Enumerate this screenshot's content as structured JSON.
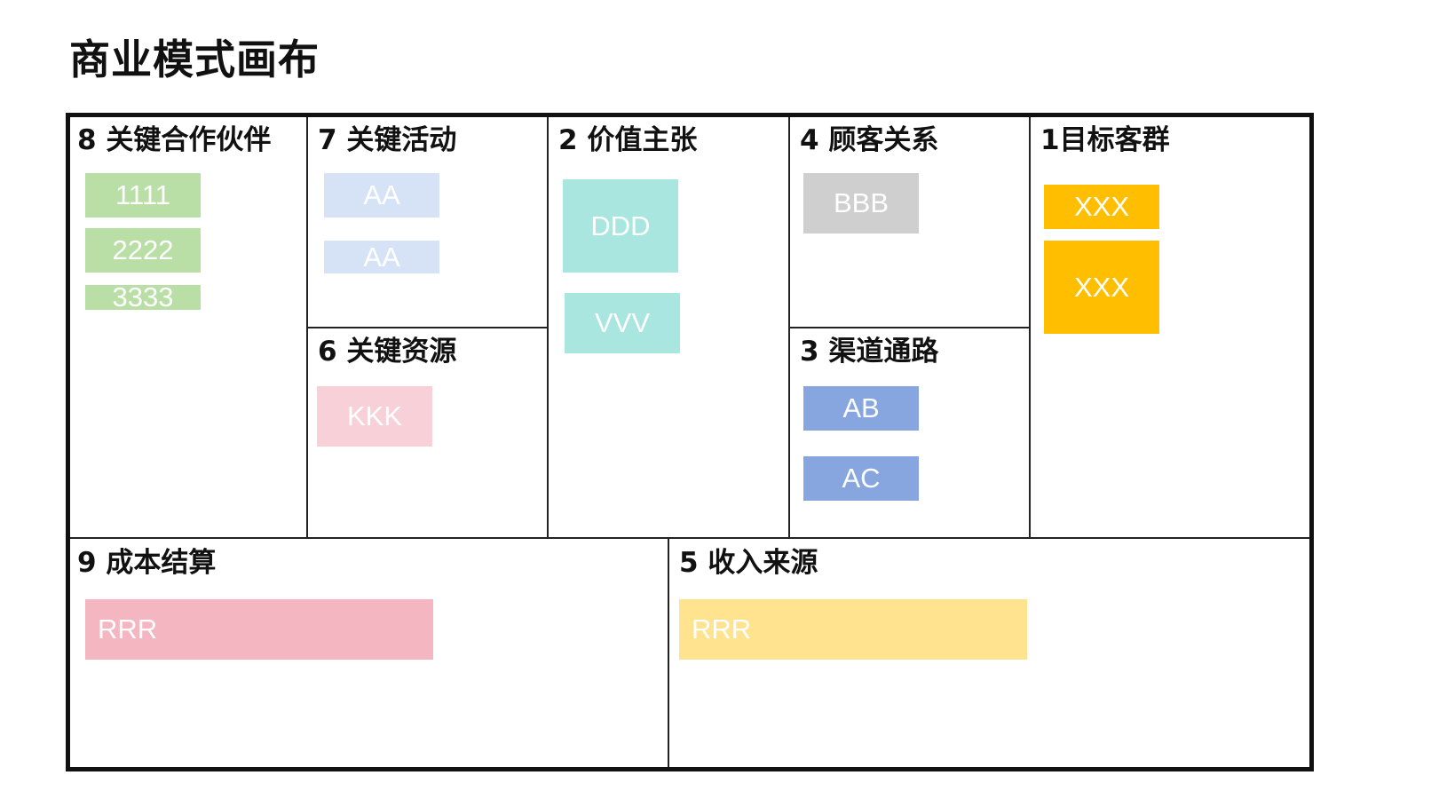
{
  "title": "商业模式画布",
  "sections": {
    "key_partners": {
      "title": "8 关键合作伙伴",
      "notes": [
        "1111",
        "2222",
        "3333"
      ]
    },
    "key_activities": {
      "title": "7 关键活动",
      "notes": [
        "AA",
        "AA"
      ]
    },
    "key_resources": {
      "title": "6 关键资源",
      "notes": [
        "KKK"
      ]
    },
    "value_propositions": {
      "title": "2 价值主张",
      "notes": [
        "DDD",
        "VVV"
      ]
    },
    "customer_relationships": {
      "title": "4 顾客关系",
      "notes": [
        "BBB"
      ]
    },
    "channels": {
      "title": "3 渠道通路",
      "notes": [
        "AB",
        "AC"
      ]
    },
    "customer_segments": {
      "title": "1目标客群",
      "notes": [
        "XXX",
        "XXX"
      ]
    },
    "cost_structure": {
      "title": "9 成本结算",
      "notes": [
        "RRR"
      ]
    },
    "revenue_streams": {
      "title": "5 收入来源",
      "notes": [
        "RRR"
      ]
    }
  },
  "colors": {
    "green_note": "#b9dfa6",
    "light_blue_note": "#d6e3f6",
    "pink_light_note": "#f8d0d8",
    "teal_note": "#a9e6df",
    "gray_note": "#cfcfcf",
    "blue_note": "#87a6e0",
    "orange_note": "#ffbf00",
    "pink_note": "#f4b6c0",
    "yellow_note": "#ffe38f"
  }
}
